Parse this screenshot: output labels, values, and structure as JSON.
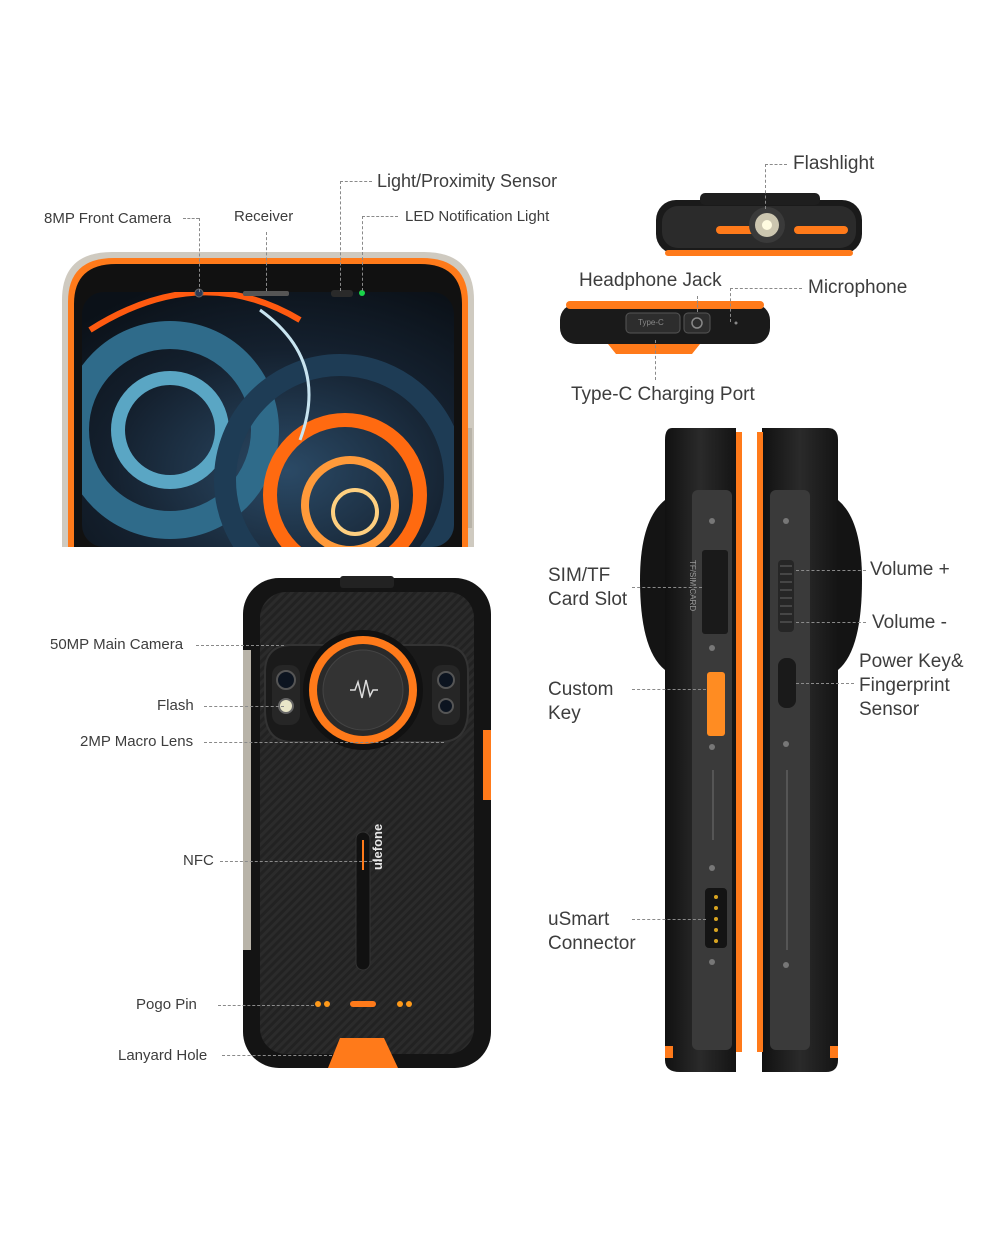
{
  "brand": {
    "logo_text": "ulefone",
    "accent": "#ff7a1a",
    "body": "#1c1c1c"
  },
  "front_labels": {
    "front_camera": "8MP Front Camera",
    "receiver": "Receiver",
    "proximity": "Light/Proximity Sensor",
    "led": "LED Notification Light"
  },
  "top_labels": {
    "flashlight": "Flashlight",
    "headphone": "Headphone Jack",
    "microphone": "Microphone",
    "typec": "Type-C Charging Port",
    "typec_port_text": "Type-C"
  },
  "back_labels": {
    "main_camera": "50MP Main Camera",
    "flash": "Flash",
    "macro": "2MP Macro Lens",
    "nfc": "NFC",
    "pogo": "Pogo Pin",
    "lanyard": "Lanyard Hole"
  },
  "side_labels": {
    "sim_line1": "SIM/TF",
    "sim_line2": "Card Slot",
    "sim_tray_text": "TF/SIM CARD",
    "custom_line1": "Custom",
    "custom_line2": "Key",
    "usmart_line1": "uSmart",
    "usmart_line2": "Connector",
    "volume_up": "Volume +",
    "volume_down": "Volume -",
    "power_line1": "Power Key&",
    "power_line2": "Fingerprint",
    "power_line3": "Sensor"
  }
}
